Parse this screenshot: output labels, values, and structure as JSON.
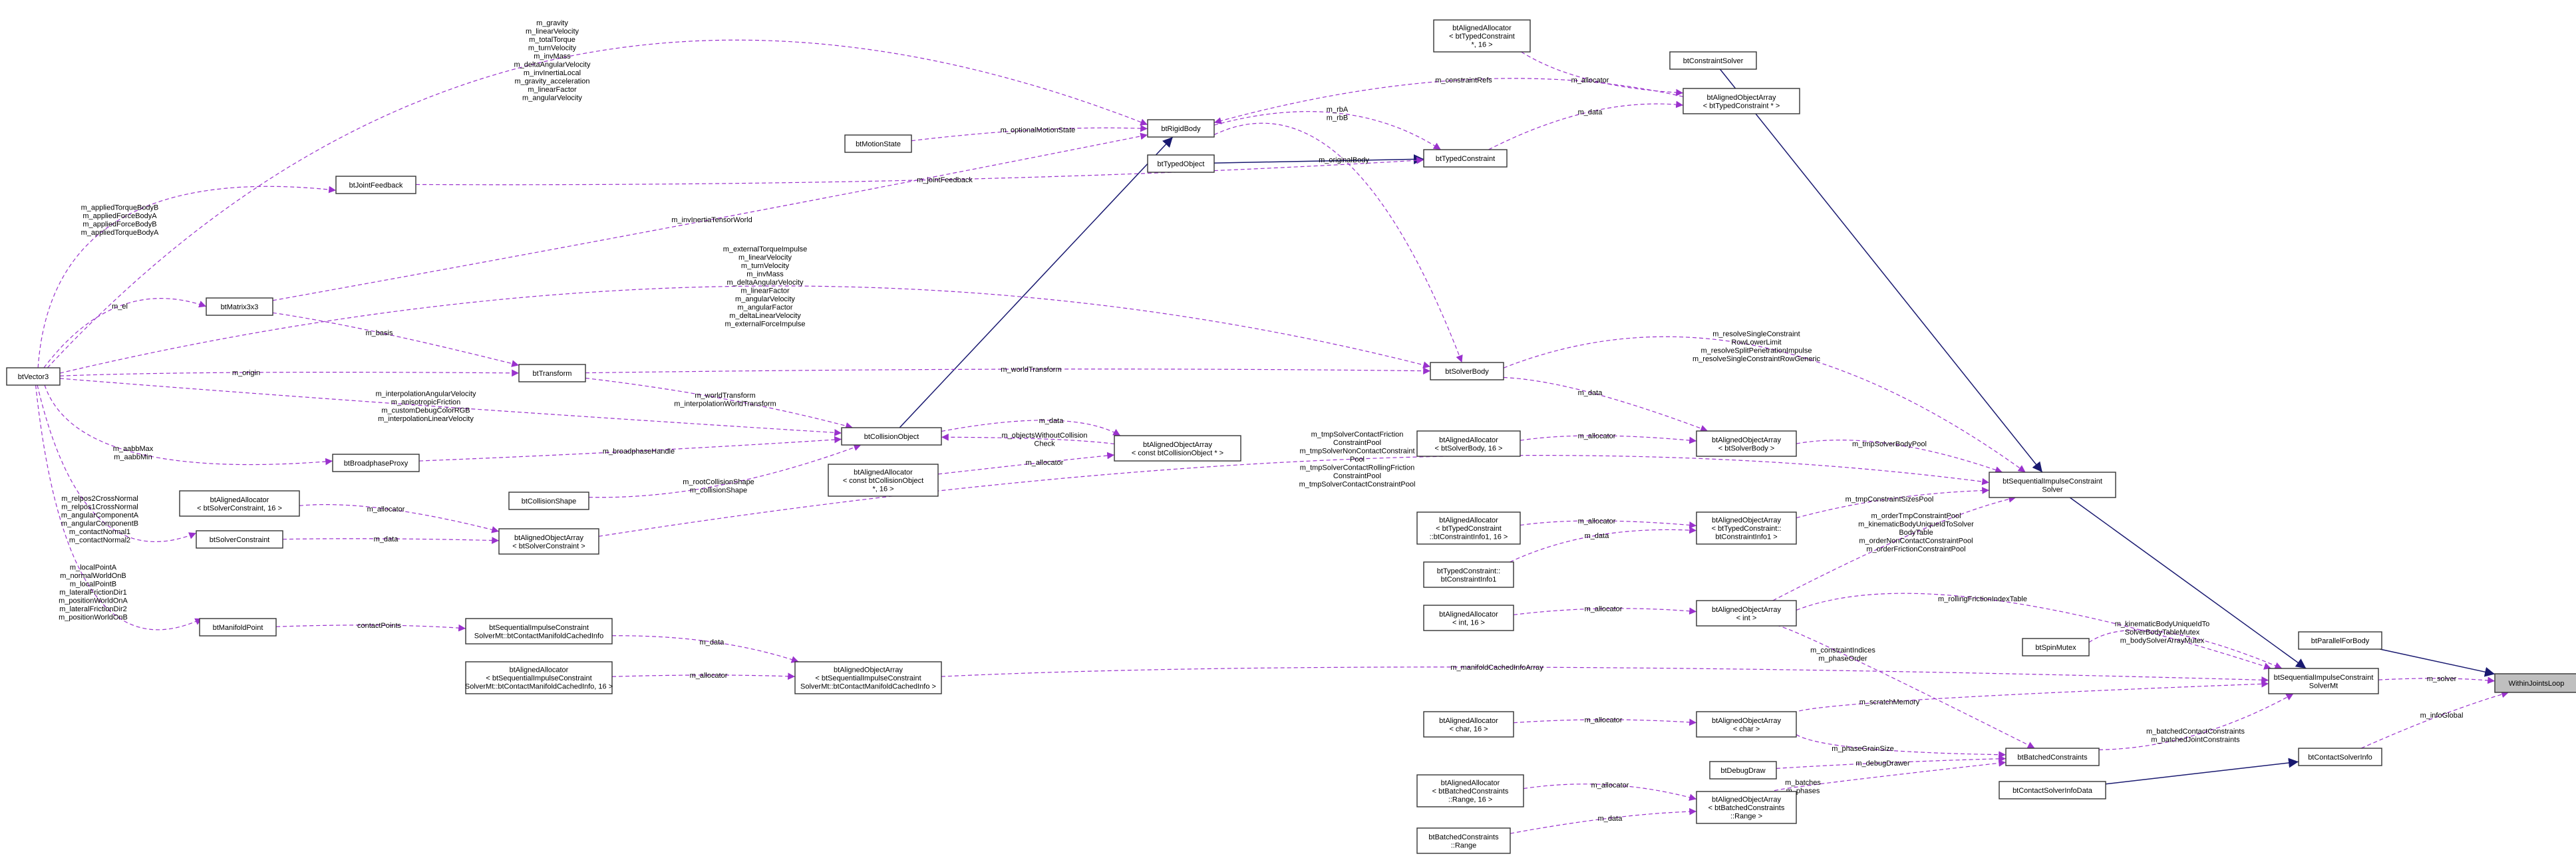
{
  "nodes": {
    "WithinJointsLoop": "WithinJointsLoop",
    "btParallelForBody": "btParallelForBody",
    "btSequentialImpulseConstraintSolverMt": [
      "btSequentialImpulseConstraint",
      "SolverMt"
    ],
    "btContactSolverInfo": "btContactSolverInfo",
    "btContactSolverInfoData": "btContactSolverInfoData",
    "btBatchedConstraints": "btBatchedConstraints",
    "btDebugDraw": "btDebugDraw",
    "btAlignedObjectArray_BatchedRange": [
      "btAlignedObjectArray",
      "< btBatchedConstraints",
      "::Range >"
    ],
    "btAlignedAllocator_BatchedRange": [
      "btAlignedAllocator",
      "< btBatchedConstraints",
      "::Range, 16 >"
    ],
    "btBatchedConstraintsRange": [
      "btBatchedConstraints",
      "::Range"
    ],
    "btAlignedObjectArray_char": [
      "btAlignedObjectArray",
      "< char >"
    ],
    "btAlignedAllocator_char": [
      "btAlignedAllocator",
      "< char, 16 >"
    ],
    "btSpinMutex": "btSpinMutex",
    "btAlignedObjectArray_int": [
      "btAlignedObjectArray",
      "< int >"
    ],
    "btAlignedAllocator_int": [
      "btAlignedAllocator",
      "< int, 16 >"
    ],
    "btSequentialImpulseConstraintSolver": [
      "btSequentialImpulseConstraint",
      "Solver"
    ],
    "btConstraintSolver": "btConstraintSolver",
    "btAlignedObjectArray_ConstraintInfo1": [
      "btAlignedObjectArray",
      "< btTypedConstraint::",
      "btConstraintInfo1 >"
    ],
    "btAlignedAllocator_ConstraintInfo1": [
      "btAlignedAllocator",
      "< btTypedConstraint",
      "::btConstraintInfo1, 16 >"
    ],
    "btTypedConstraintInfo1": [
      "btTypedConstraint::",
      "btConstraintInfo1"
    ],
    "btAlignedObjectArray_SolverBody": [
      "btAlignedObjectArray",
      "< btSolverBody >"
    ],
    "btAlignedAllocator_SolverBody": [
      "btAlignedAllocator",
      "< btSolverBody, 16 >"
    ],
    "btSolverBody": "btSolverBody",
    "btAlignedObjectArray_TypedConstraintPtr": [
      "btAlignedObjectArray",
      "< btTypedConstraint * >"
    ],
    "btAlignedAllocator_TypedConstraintPtr": [
      "btAlignedAllocator",
      "< btTypedConstraint",
      "*, 16 >"
    ],
    "btTypedConstraint": "btTypedConstraint",
    "btTypedObject": "btTypedObject",
    "btRigidBody": "btRigidBody",
    "btMotionState": "btMotionState",
    "btJointFeedback": "btJointFeedback",
    "btMatrix3x3": "btMatrix3x3",
    "btVector3": "btVector3",
    "btTransform": "btTransform",
    "btCollisionObject": "btCollisionObject",
    "btAlignedObjectArray_CollisionObjectPtr": [
      "btAlignedObjectArray",
      "< const btCollisionObject * >"
    ],
    "btAlignedAllocator_CollisionObjectPtr": [
      "btAlignedAllocator",
      "< const btCollisionObject",
      "*, 16 >"
    ],
    "btBroadphaseProxy": "btBroadphaseProxy",
    "btCollisionShape": "btCollisionShape",
    "btAlignedAllocator_SolverConstraint": [
      "btAlignedAllocator",
      "< btSolverConstraint, 16 >"
    ],
    "btSolverConstraint": "btSolverConstraint",
    "btAlignedObjectArray_SolverConstraint": [
      "btAlignedObjectArray",
      "< btSolverConstraint >"
    ],
    "btManifoldPoint": "btManifoldPoint",
    "btSequentialCachedInfo": [
      "btSequentialImpulseConstraint",
      "SolverMt::btContactManifoldCachedInfo"
    ],
    "btAlignedAllocator_CachedInfo": [
      "btAlignedAllocator",
      "< btSequentialImpulseConstraint",
      "SolverMt::btContactManifoldCachedInfo, 16 >"
    ],
    "btAlignedObjectArray_CachedInfo": [
      "btAlignedObjectArray",
      "< btSequentialImpulseConstraint",
      "SolverMt::btContactManifoldCachedInfo >"
    ]
  },
  "edge_labels": {
    "solver": [
      "m_solver"
    ],
    "infoGlobal": [
      "m_infoGlobal"
    ],
    "batchedConstraints": [
      "m_batchedContactConstraints",
      "m_batchedJointConstraints"
    ],
    "mutexes": [
      "m_kinematicBodyUniqueIdTo",
      "SolverBodyTableMutex",
      "m_bodySolverArrayMutex"
    ],
    "rollingFriction": [
      "m_rollingFrictionIndexTable"
    ],
    "scratchMemory": [
      "m_scratchMemory"
    ],
    "manifoldCached": [
      "m_manifoldCachedInfoArray"
    ],
    "phaseGrainSize": [
      "m_phaseGrainSize"
    ],
    "debugDrawer": [
      "m_debugDrawer"
    ],
    "batches": [
      "m_batches",
      "m_phases"
    ],
    "constraintIndices": [
      "m_constraintIndices",
      "m_phaseOrder"
    ],
    "orderPools": [
      "m_orderTmpConstraintPool",
      "m_kinematicBodyUniqueIdToSolver",
      "BodyTable",
      "m_orderNonContactConstraintPool",
      "m_orderFrictionConstraintPool"
    ],
    "tmpConstraintSizesPool": [
      "m_tmpConstraintSizesPool"
    ],
    "tmpSolverBodyPool": [
      "m_tmpSolverBodyPool"
    ],
    "resolveFuncs": [
      "m_resolveSingleConstraint",
      "RowLowerLimit",
      "m_resolveSplitPenetrationImpulse",
      "m_resolveSingleConstraintRowGeneric"
    ],
    "tmpContactPools": [
      "m_tmpSolverContactFriction",
      "ConstraintPool",
      "m_tmpSolverNonContactConstraint",
      "Pool",
      "m_tmpSolverContactRollingFriction",
      "ConstraintPool",
      "m_tmpSolverContactConstraintPool"
    ],
    "allocator": [
      "m_allocator"
    ],
    "data": [
      "m_data"
    ],
    "constraintRefs": [
      "m_constraintRefs"
    ],
    "rbAB": [
      "m_rbA",
      "m_rbB"
    ],
    "originalBody": [
      "m_originalBody"
    ],
    "optionalMotionState": [
      "m_optionalMotionState"
    ],
    "jointFeedback": [
      "m_jointFeedback"
    ],
    "rigidBodyVectors": [
      "m_gravity",
      "m_linearVelocity",
      "m_totalTorque",
      "m_turnVelocity",
      "m_invMass",
      "m_deltaAngularVelocity",
      "m_invInertiaLocal",
      "m_gravity_acceleration",
      "m_linearFactor",
      "m_angularVelocity"
    ],
    "invInertiaTensorWorld": [
      "m_invInertiaTensorWorld"
    ],
    "appliedForces": [
      "m_appliedTorqueBodyB",
      "m_appliedForceBodyA",
      "m_appliedForceBodyB",
      "m_appliedTorqueBodyA"
    ],
    "solverBodyVectors": [
      "m_externalTorqueImpulse",
      "m_linearVelocity",
      "m_turnVelocity",
      "m_invMass",
      "m_deltaAngularVelocity",
      "m_linearFactor",
      "m_angularVelocity",
      "m_angularFactor",
      "m_deltaLinearVelocity",
      "m_externalForceImpulse"
    ],
    "el": [
      "m_el"
    ],
    "basis": [
      "m_basis"
    ],
    "origin": [
      "m_origin"
    ],
    "worldTransformSB": [
      "m_worldTransform"
    ],
    "collisionObjectVectors": [
      "m_interpolationAngularVelocity",
      "m_anisotropicFriction",
      "m_customDebugColorRGB",
      "m_interpolationLinearVelocity"
    ],
    "worldTransformCO": [
      "m_worldTransform",
      "m_interpolationWorldTransform"
    ],
    "objectsWithoutCollisionCheck": [
      "m_objectsWithoutCollision",
      "Check"
    ],
    "broadphaseHandle": [
      "m_broadphaseHandle"
    ],
    "aabb": [
      "m_aabbMax",
      "m_aabbMin"
    ],
    "rootCollisionShape": [
      "m_rootCollisionShape",
      "m_collisionShape"
    ],
    "solverConstraintVectors": [
      "m_relpos2CrossNormal",
      "m_relpos1CrossNormal",
      "m_angularComponentA",
      "m_angularComponentB",
      "m_contactNormal1",
      "m_contactNormal2"
    ],
    "manifoldPointVectors": [
      "m_localPointA",
      "m_normalWorldOnB",
      "m_localPointB",
      "m_lateralFrictionDir1",
      "m_positionWorldOnA",
      "m_lateralFrictionDir2",
      "m_positionWorldOnB"
    ],
    "contactPoints": [
      "contactPoints"
    ]
  },
  "colors": {
    "uses": "#9a32cd",
    "inherits": "#191970",
    "highlight": "#bfbfbf"
  }
}
